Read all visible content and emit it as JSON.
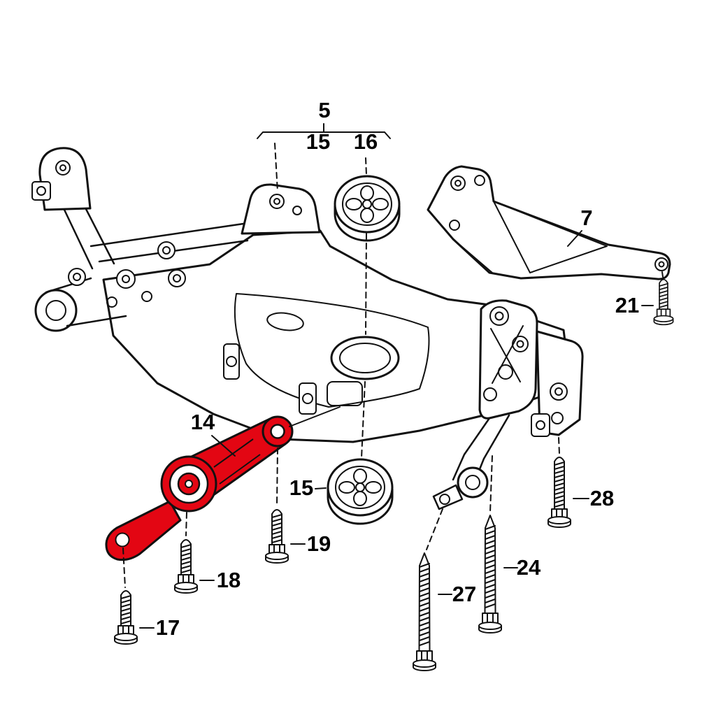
{
  "diagram": {
    "background": "#ffffff",
    "line_color": "#111111",
    "highlight_color": "#e30613",
    "callouts": {
      "c5": "5",
      "c15_top": "15",
      "c16": "16",
      "c7": "7",
      "c21": "21",
      "c14": "14",
      "c15_mid": "15",
      "c19": "19",
      "c18": "18",
      "c17": "17",
      "c27": "27",
      "c24": "24",
      "c28": "28"
    }
  }
}
